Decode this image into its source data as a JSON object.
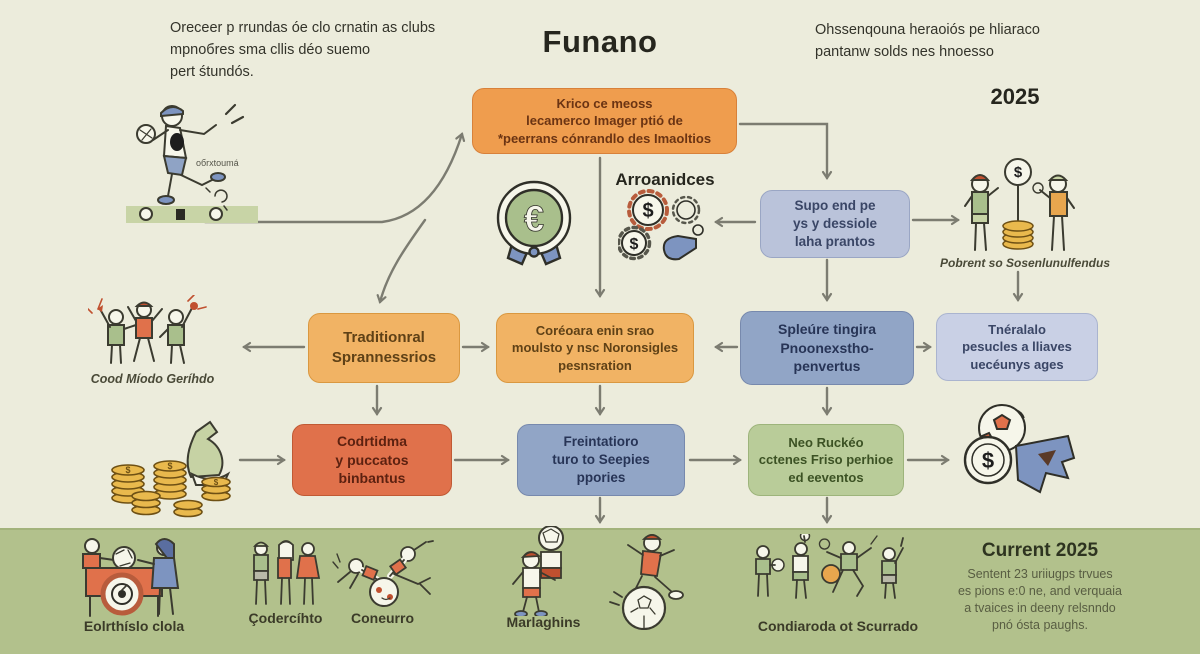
{
  "page": {
    "title": "Funano",
    "year": "2025",
    "top_left_note": "Oreceer p rrundas óe clo crnatin as clubs\nmpnoбres sma cllis déo suemo\npert śtundós.",
    "top_right_note": "Ohssenqouna heraoiós pe hliaraco\npantanw solds nes hnoesso"
  },
  "flow": {
    "top_box": "Krico ce meoss\nlecamerco Imager ptió de\n*peerrans cónrandlo des Imaoltios",
    "arroanidces_label": "Arroanidces",
    "supo_box": "Supo end pe\nys y dessiole\nlaha prantos",
    "traditional_box": "Traditionral\nSprannessrios",
    "coreoara_box": "Coréoara enin srao\nmoulsto y nsc Noronsigles\npesnsration",
    "spleure_box": "Spleúre tingira\nPnoonexstho-\npenvertus",
    "tneralalo_box": "Tnéralalo\npesucles a lliaves\nuecéunys ages",
    "codrtidma_box": "Codrtidma\ny puccatos\nbinbantus",
    "freintatioro_box": "Freintatioro\nturo to Seepies\nppories",
    "neo_box": "Neo Ruckéo\ncctenes Friso perhioe\ned eeventos"
  },
  "side": {
    "skater_note": "oбrxtoumá",
    "celebration_caption": "Cood Míodo Geríhdo",
    "donation_caption": "Pobrent so Sosenlunulfendus"
  },
  "bottom": {
    "cart_caption": "Eolrthíslo clola",
    "people_caption": "Çodercíhto",
    "slide_caption": "Coneurro",
    "header_caption": "Marlaghins",
    "group_caption": "Condiaroda ot Scurrado",
    "current_title": "Current 2025",
    "current_text": "Sentent 23 uriiugps trvues\nes pions e:0 ne, and verquaia\na tvaices in deeny relsnndo\npnó ósta paughs."
  },
  "glyphs": {
    "euro": "€",
    "dollar": "$"
  },
  "colors": {
    "background": "#ececdc",
    "band_green": "#b2c18c",
    "orange": "#ef9d4e",
    "amber": "#f1b364",
    "red_orange": "#e0714b",
    "periwinkle": "#bac3da",
    "blue": "#91a5c6",
    "light_blue": "#c9d0e5",
    "green_box": "#b9cc99",
    "arrow": "#7c7c71",
    "coin_gold": "#e9b94d",
    "ribbon_blue": "#7d94c0",
    "figure_green": "#a9bf8c"
  }
}
